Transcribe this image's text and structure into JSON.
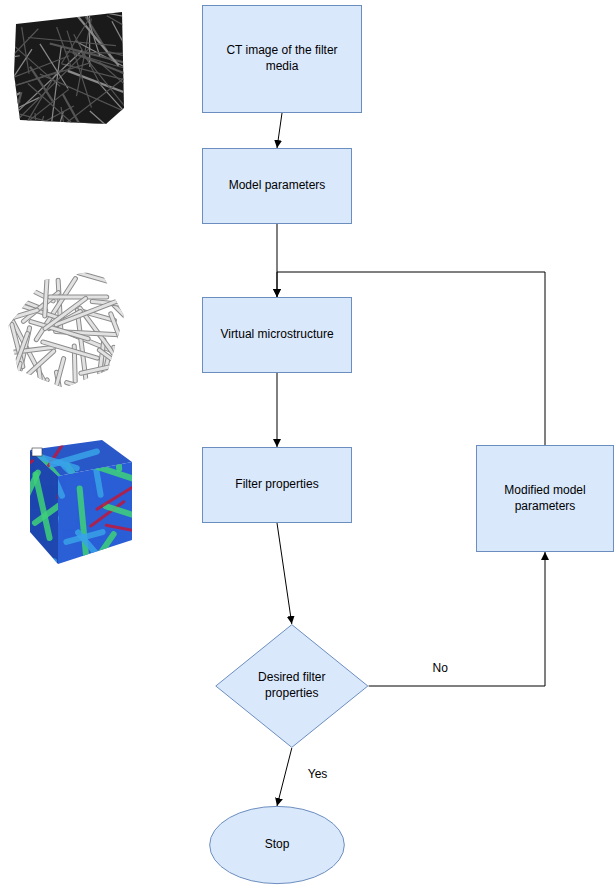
{
  "diagram": {
    "nodes": [
      {
        "text": [
          "CT image of the filter media"
        ]
      },
      {
        "text": [
          "Model parameters"
        ]
      },
      {
        "text": [
          "Virtual microstructure"
        ]
      },
      {
        "text": [
          "Filter properties"
        ]
      },
      {
        "text": [
          "Modified model parameters"
        ]
      },
      {
        "text": [
          "Desired filter properties"
        ]
      },
      {
        "text": [
          "Stop"
        ]
      }
    ],
    "edges": [
      {
        "from": 0,
        "to": 1,
        "arrow": "to"
      },
      {
        "from": 1,
        "to": 2,
        "arrow": "to"
      },
      {
        "from": 2,
        "to": 3,
        "arrow": "to"
      },
      {
        "from": 3,
        "to": 5,
        "arrow": "to"
      },
      {
        "from": 5,
        "to": 4,
        "label": "No",
        "arrow": "to"
      },
      {
        "from": 4,
        "to": 2,
        "arrow": "to"
      },
      {
        "from": 5,
        "to": 6,
        "label": "Yes",
        "arrow": "to"
      }
    ]
  }
}
